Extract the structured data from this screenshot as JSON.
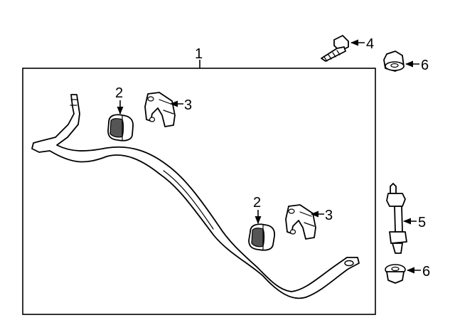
{
  "callouts": {
    "c1": "1",
    "c2a": "2",
    "c2b": "2",
    "c3a": "3",
    "c3b": "3",
    "c4": "4",
    "c5": "5",
    "c6a": "6",
    "c6b": "6"
  },
  "colors": {
    "line": "#000000",
    "background": "#ffffff"
  }
}
